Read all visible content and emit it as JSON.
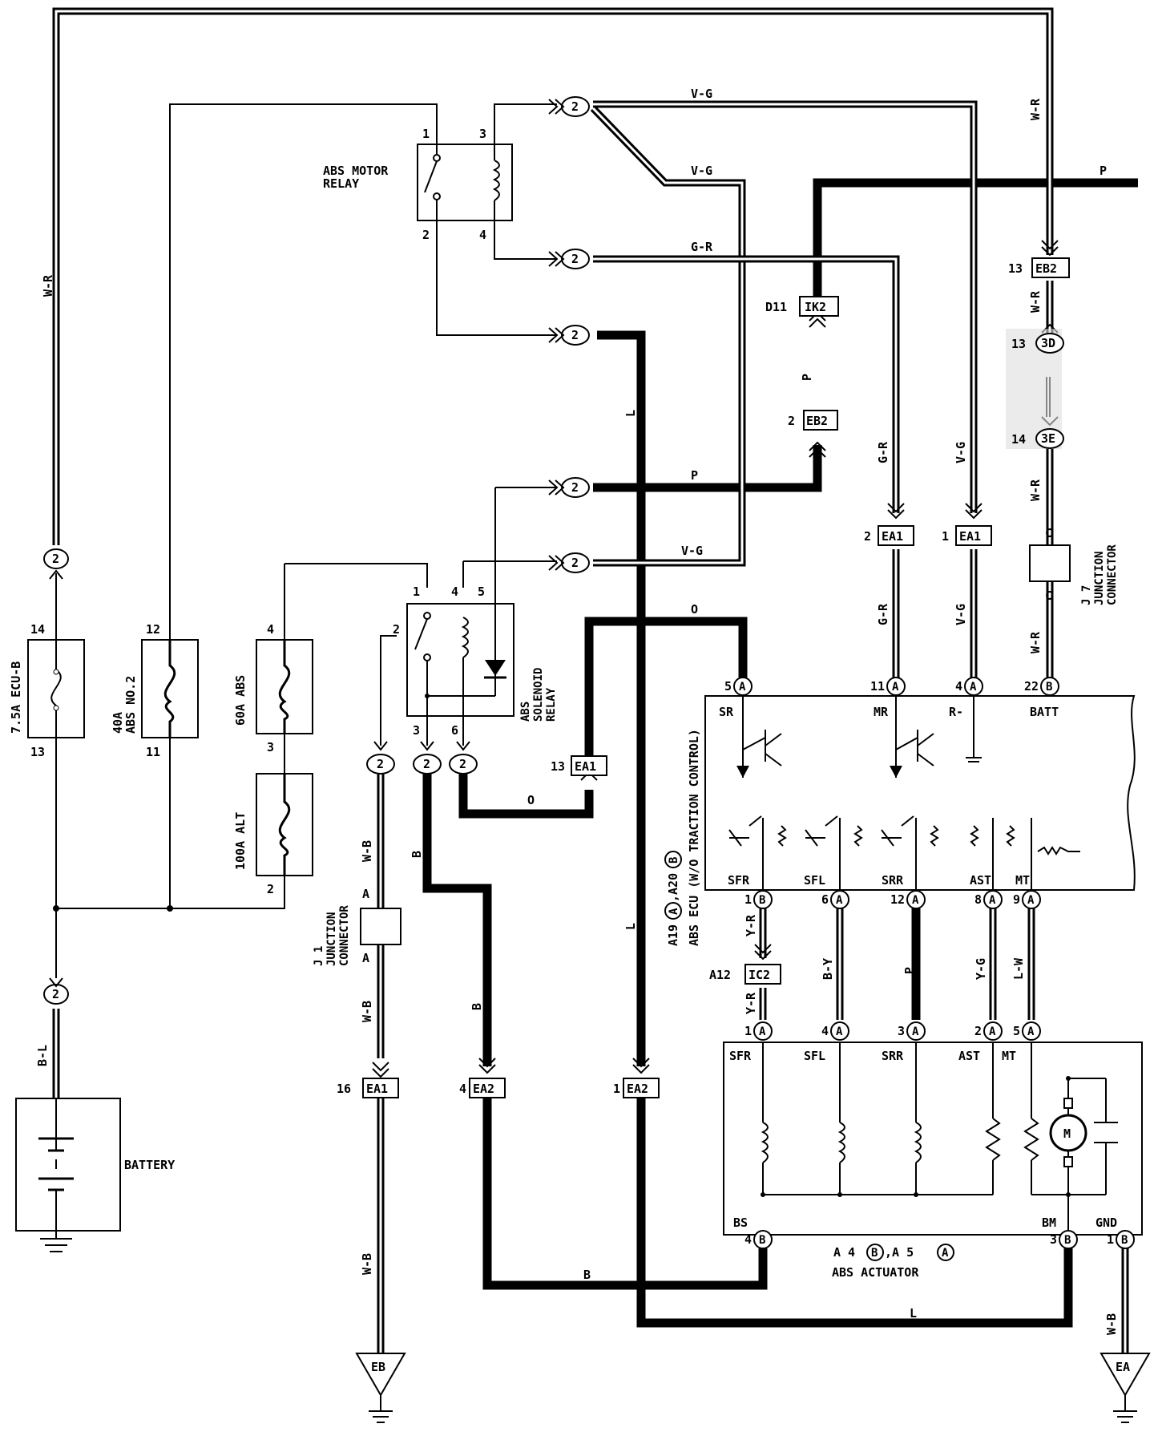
{
  "relays": {
    "motor_relay": {
      "label1": "ABS MOTOR",
      "label2": "RELAY",
      "pins": [
        "1",
        "3",
        "2",
        "4"
      ]
    },
    "solenoid_relay": {
      "label1": "ABS",
      "label2": "SOLENOID",
      "label3": "RELAY",
      "pins": [
        "1",
        "4",
        "5",
        "2",
        "3",
        "6"
      ]
    }
  },
  "fuses": [
    {
      "name": "7.5A ECU-B",
      "top_pin": "14",
      "bottom_pin": "13"
    },
    {
      "name1": "40A",
      "name2": "ABS NO.2",
      "top_pin": "12",
      "bottom_pin": "11"
    },
    {
      "name": "60A ABS",
      "top_pin": "4",
      "bottom_pin": "3"
    },
    {
      "name": "100A ALT",
      "bottom_pin": "2"
    }
  ],
  "connectors": {
    "c2": "2",
    "ik2": {
      "num": "D11",
      "code": "IK2"
    },
    "eb2_mid": {
      "num": "2",
      "code": "EB2"
    },
    "eb2_right": {
      "num": "13",
      "code": "EB2"
    },
    "ea1_gr": {
      "num": "2",
      "code": "EA1"
    },
    "ea1_vg": {
      "num": "1",
      "code": "EA1"
    },
    "ea1_13": {
      "num": "13",
      "code": "EA1"
    },
    "ea1_16": {
      "num": "16",
      "code": "EA1"
    },
    "ea2_4": {
      "num": "4",
      "code": "EA2"
    },
    "ea2_1": {
      "num": "1",
      "code": "EA2"
    },
    "ic2": {
      "num": "A12",
      "code": "IC2"
    },
    "c3d": {
      "num": "13",
      "code": "3D"
    },
    "c3e": {
      "num": "14",
      "code": "3E"
    }
  },
  "wire_colors": {
    "wr": "W-R",
    "vg": "V-G",
    "gr": "G-R",
    "p": "P",
    "l": "L",
    "o": "O",
    "b": "B",
    "wb": "W-B",
    "bl": "B-L",
    "yr": "Y-R",
    "by": "B-Y",
    "yg": "Y-G",
    "lw": "L-W"
  },
  "junctions": {
    "j7": {
      "id": "J 7",
      "label1": "JUNCTION",
      "label2": "CONNECTOR",
      "pin": "C"
    },
    "j1": {
      "id": "J 1",
      "label1": "JUNCTION",
      "label2": "CONNECTOR",
      "pin": "A"
    }
  },
  "ecu": {
    "title1": "A19",
    "title_a": "A",
    "title2": ",A20",
    "title_b": "B",
    "title3": "ABS ECU (W/O TRACTION CONTROL)",
    "top_terminals": [
      {
        "pin": "5",
        "tag": "A",
        "name": "SR"
      },
      {
        "pin": "11",
        "tag": "A",
        "name": "MR"
      },
      {
        "pin": "4",
        "tag": "A",
        "name": "R-"
      },
      {
        "pin": "22",
        "tag": "B",
        "name": "BATT"
      }
    ],
    "bottom_terminals": [
      {
        "pin": "1",
        "tag": "B",
        "name": "SFR"
      },
      {
        "pin": "6",
        "tag": "A",
        "name": "SFL"
      },
      {
        "pin": "12",
        "tag": "A",
        "name": "SRR"
      },
      {
        "pin": "8",
        "tag": "A",
        "name": "AST"
      },
      {
        "pin": "9",
        "tag": "A",
        "name": "MT"
      }
    ]
  },
  "actuator": {
    "label_pre": "A 4",
    "tag1": "B",
    "label_mid": ",A 5",
    "tag2": "A",
    "label": "ABS ACTUATOR",
    "top_terminals": [
      {
        "pin": "1",
        "tag": "A",
        "name": "SFR"
      },
      {
        "pin": "4",
        "tag": "A",
        "name": "SFL"
      },
      {
        "pin": "3",
        "tag": "A",
        "name": "SRR"
      },
      {
        "pin": "2",
        "tag": "A",
        "name": "AST"
      },
      {
        "pin": "5",
        "tag": "A",
        "name": "MT"
      }
    ],
    "bottom_terminals": [
      {
        "pin": "4",
        "tag": "B",
        "name": "BS"
      },
      {
        "pin": "3",
        "tag": "B",
        "name": "BM"
      },
      {
        "pin": "1",
        "tag": "B",
        "name": "GND"
      }
    ],
    "motor": "M"
  },
  "battery": {
    "label": "BATTERY"
  },
  "grounds": {
    "eb": "EB",
    "ea": "EA"
  }
}
